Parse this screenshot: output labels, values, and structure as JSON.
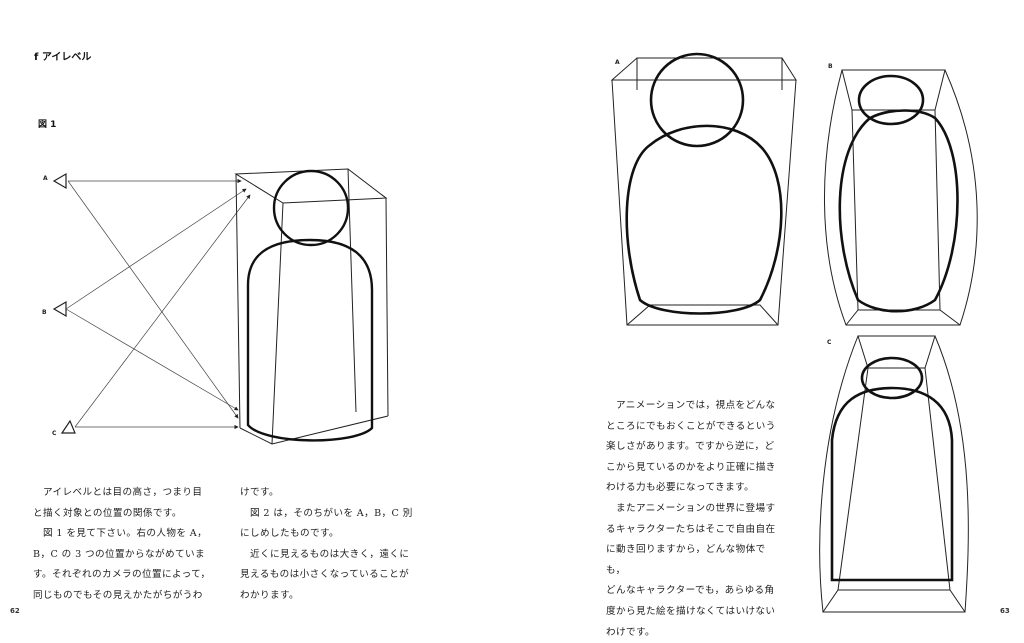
{
  "left_page": {
    "heading": "f アイレベル",
    "figure_label": "図 1",
    "camera_labels": [
      "A",
      "B",
      "C"
    ],
    "column1": [
      "　アイレベルとは目の高さ，つまり目",
      "と描く対象との位置の関係です。",
      "　図 1 を見て下さい。右の人物を A，",
      "B，C の 3 つの位置からながめていま",
      "す。それぞれのカメラの位置によって，",
      "同じものでもその見えかたがちがうわ"
    ],
    "column2": [
      "けです。",
      "　図 2 は，そのちがいを A，B，C 別",
      "にしめしたものです。",
      "　近くに見えるものは大きく，遠くに",
      "見えるものは小さくなっていることが",
      "わかります。"
    ],
    "page_number": "62"
  },
  "right_page": {
    "view_labels": [
      "A",
      "B",
      "C"
    ],
    "column": [
      "　アニメーションでは，視点をどんな",
      "ところにでもおくことができるという",
      "楽しさがあります。ですから逆に，ど",
      "こから見ているのかをより正確に描き",
      "わける力も必要になってきます。",
      "　またアニメーションの世界に登場す",
      "るキャラクターたちはそこで自由自在",
      "に動き回りますから，どんな物体でも，",
      "どんなキャラクターでも，あらゆる角",
      "度から見た絵を描けなくてはいけない",
      "わけです。"
    ],
    "page_number": "63"
  }
}
